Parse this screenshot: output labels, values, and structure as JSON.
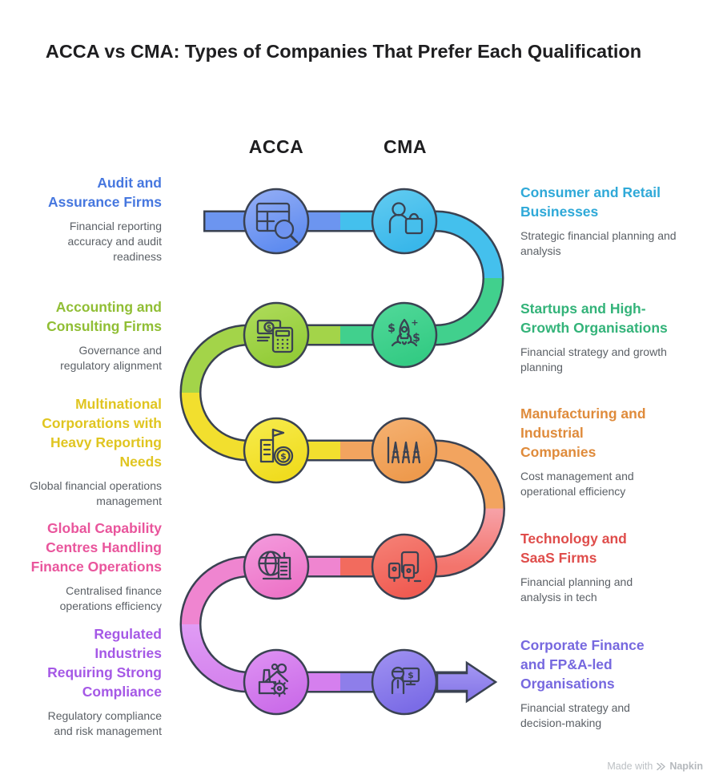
{
  "title": "ACCA vs CMA: Types of Companies That Prefer Each Qualification",
  "left_column": {
    "header": "ACCA",
    "items": [
      {
        "title": "Audit and Assurance Firms",
        "description": "Financial reporting accuracy and audit readiness",
        "color": "#4677df",
        "icon": "audit-spreadsheet-magnifier-icon"
      },
      {
        "title": "Accounting and Consulting Firms",
        "description": "Governance and regulatory alignment",
        "color": "#90be34",
        "icon": "banknote-calculator-icon"
      },
      {
        "title": "Multinational Corporations with Heavy Reporting Needs",
        "description": "Global financial operations management",
        "color": "#e0c520",
        "icon": "building-dollar-coin-icon"
      },
      {
        "title": "Global Capability Centres Handling Finance Operations",
        "description": "Centralised finance operations efficiency",
        "color": "#e9559c",
        "icon": "globe-office-building-icon"
      },
      {
        "title": "Regulated Industries Requiring Strong Compliance",
        "description": "Regulatory compliance and risk management",
        "color": "#a558e6",
        "icon": "factory-gear-icon"
      }
    ]
  },
  "right_column": {
    "header": "CMA",
    "items": [
      {
        "title": "Consumer and Retail Businesses",
        "description": "Strategic financial planning and analysis",
        "color": "#2fa9d8",
        "icon": "shopper-bag-icon"
      },
      {
        "title": "Startups and High-Growth Organisations",
        "description": "Financial strategy and growth planning",
        "color": "#33b379",
        "icon": "rocket-funding-icon"
      },
      {
        "title": "Manufacturing and Industrial Companies",
        "description": "Cost management and operational efficiency",
        "color": "#df8b3b",
        "icon": "industrial-chimneys-icon"
      },
      {
        "title": "Technology and SaaS Firms",
        "description": "Financial planning and analysis in tech",
        "color": "#df4d4b",
        "icon": "workstations-monitor-icon"
      },
      {
        "title": "Corporate Finance and FP&A-led Organisations",
        "description": "Financial strategy and decision-making",
        "color": "#7668df",
        "icon": "presenter-dollar-screen-icon"
      }
    ]
  },
  "palette": {
    "outline": "#3a4252",
    "subtext": "#5b6066",
    "path_colors": [
      "#6c95f0",
      "#44c0ed",
      "#41d08d",
      "#a3d449",
      "#f2df2e",
      "#f2a45f",
      "#f26b5e",
      "#ef85d0",
      "#d57fee",
      "#8e7eea"
    ]
  },
  "footer": {
    "text": "Made with",
    "brand": "Napkin"
  }
}
